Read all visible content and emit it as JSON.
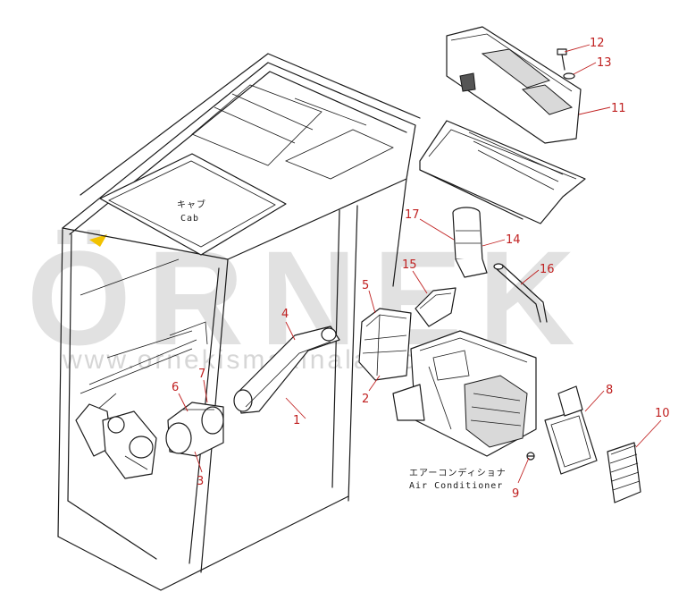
{
  "watermark": {
    "brand": "ÖRNEK",
    "url": "www.ornekismakinalari.com.tr",
    "accent_color": "#f2c200"
  },
  "captions": {
    "cab_jp": "キャブ",
    "cab_en": "Cab",
    "ac_jp": "エアーコンディショナ",
    "ac_en": "Air Conditioner"
  },
  "callouts": [
    "1",
    "2",
    "3",
    "4",
    "5",
    "6",
    "7",
    "8",
    "9",
    "10",
    "11",
    "12",
    "13",
    "14",
    "15",
    "16",
    "17"
  ],
  "colors": {
    "callout": "#c02020",
    "line": "#1a1a1a"
  }
}
